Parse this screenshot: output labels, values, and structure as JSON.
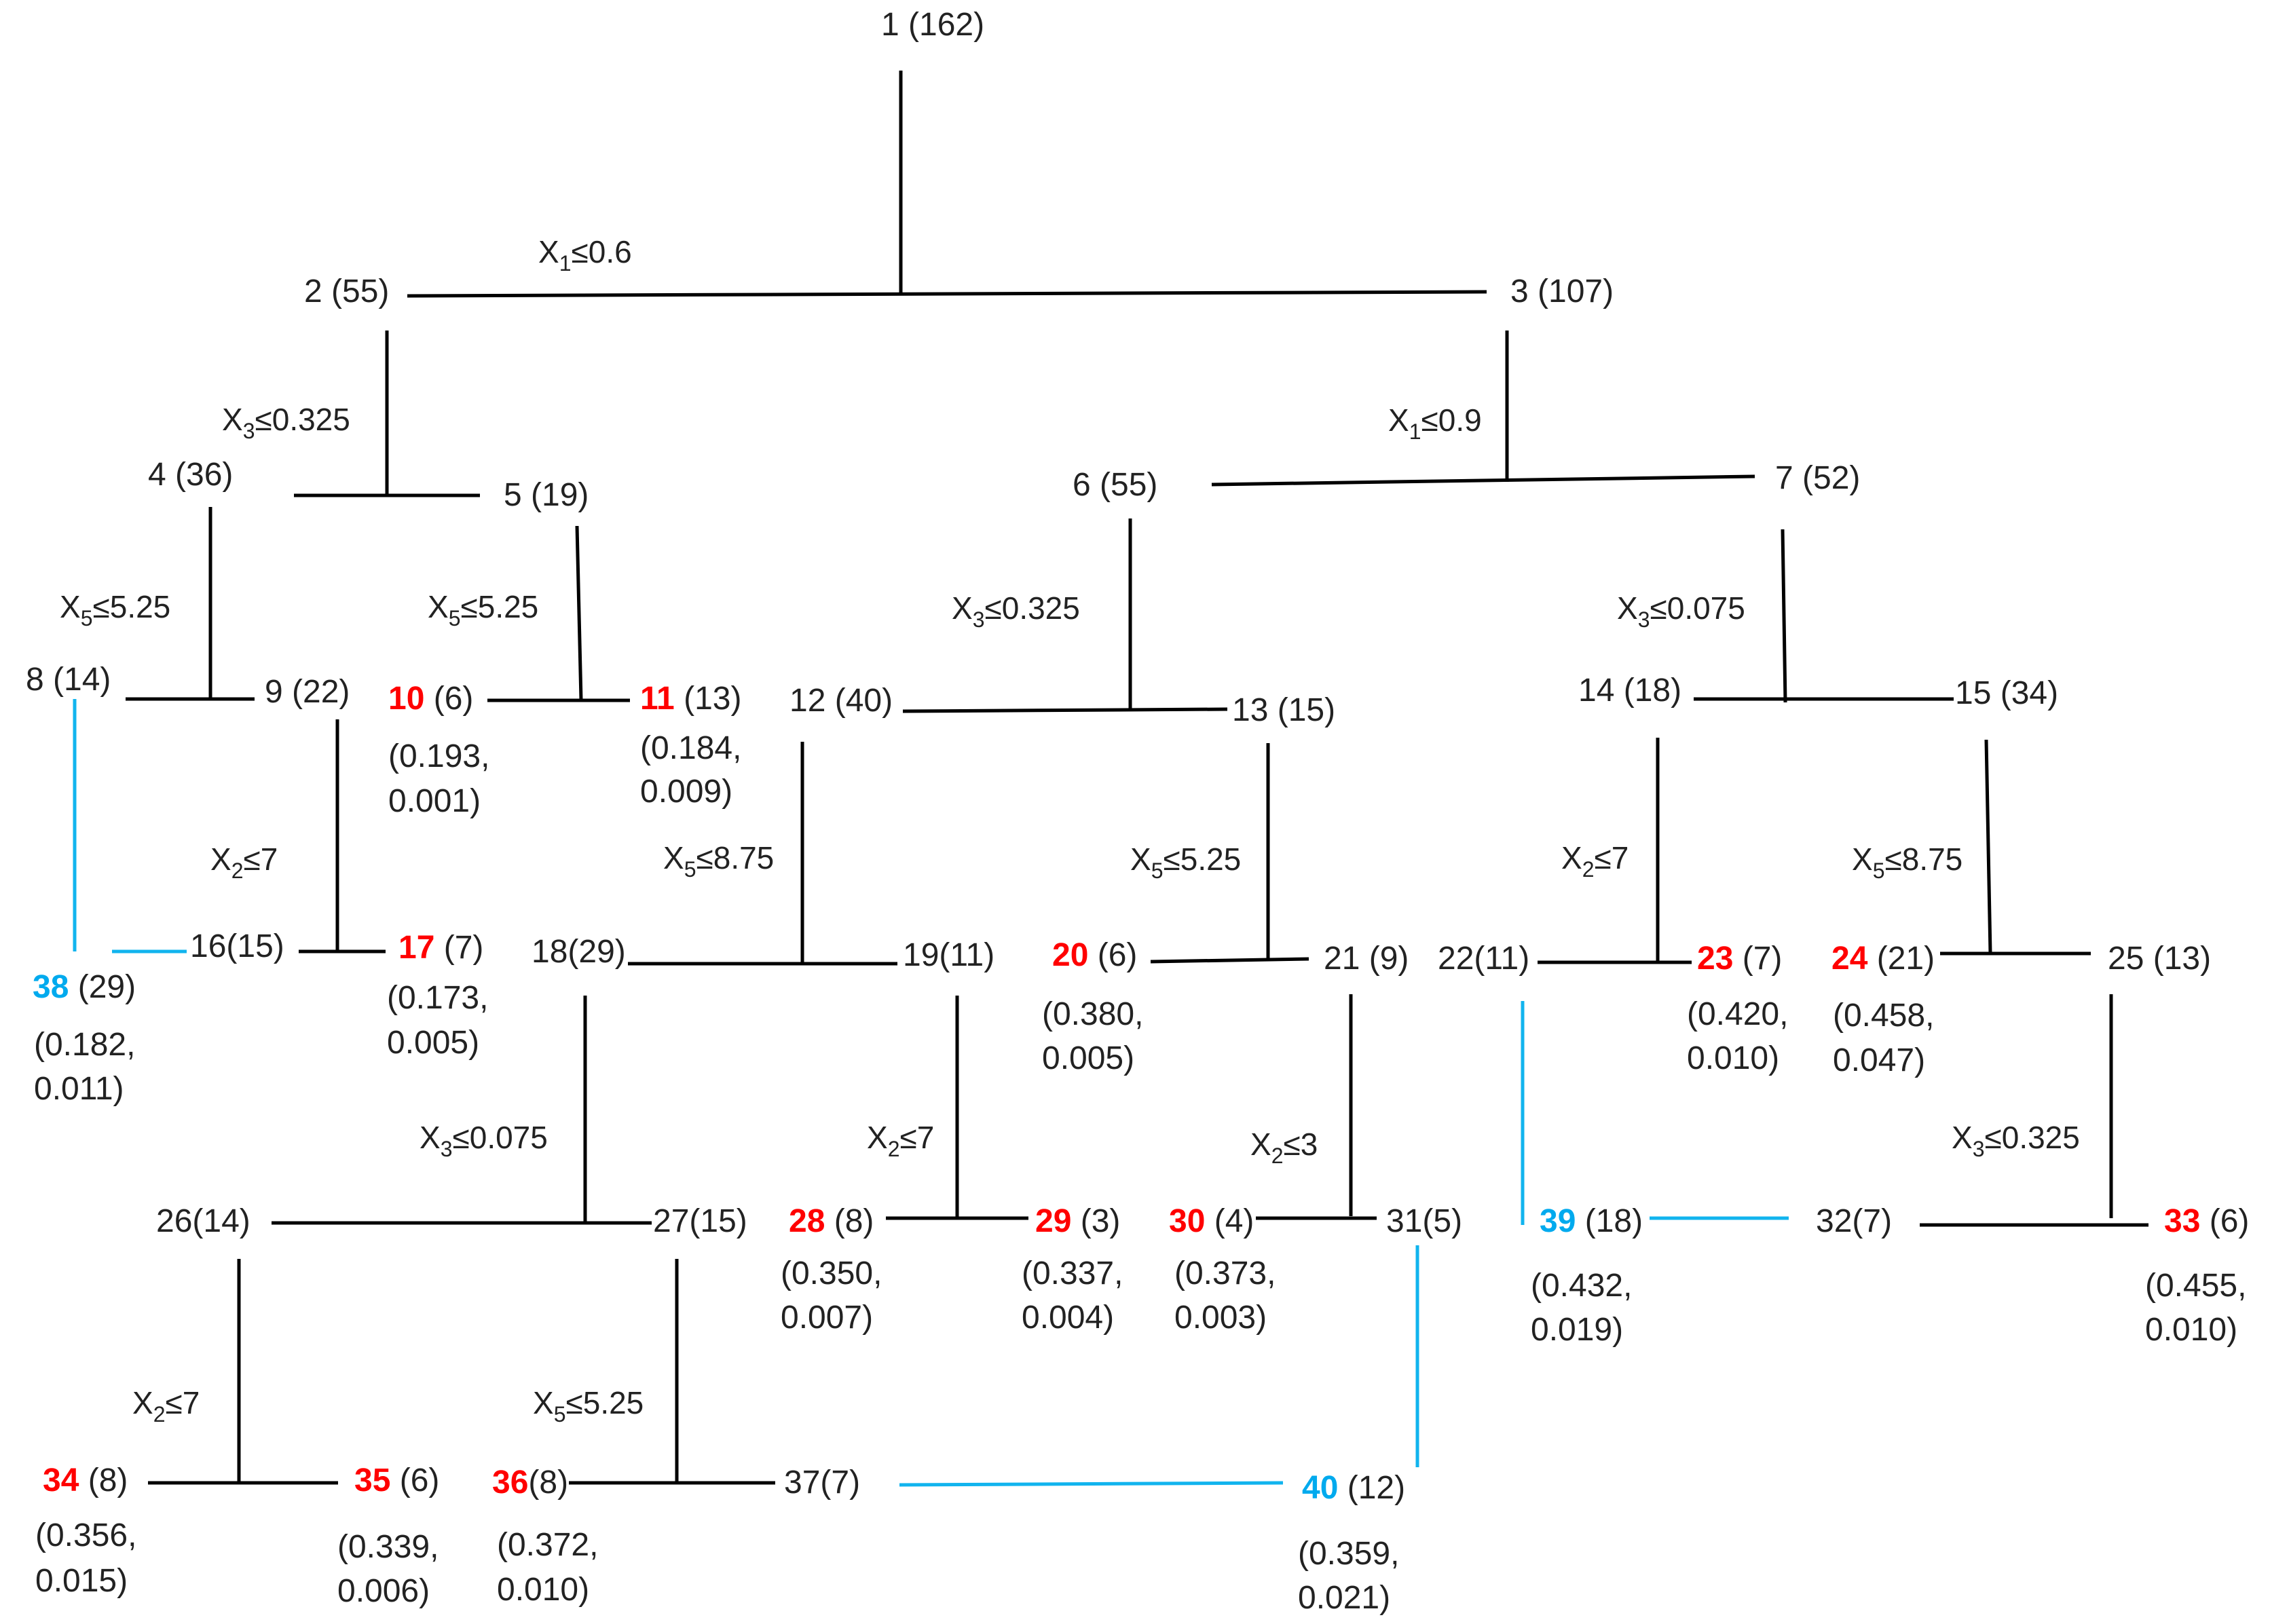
{
  "colors": {
    "text": "#222222",
    "line": "#000000",
    "terminal": "#ff0000",
    "merged": "#00aaee",
    "link": "#11b4ee"
  },
  "nodes": {
    "n1": {
      "num": "1",
      "count": " (162)"
    },
    "n2": {
      "num": "2",
      "count": " (55)"
    },
    "n3": {
      "num": "3",
      "count": " (107)"
    },
    "n4": {
      "num": "4",
      "count": " (36)"
    },
    "n5": {
      "num": "5",
      "count": " (19)"
    },
    "n6": {
      "num": "6",
      "count": " (55)"
    },
    "n7": {
      "num": "7",
      "count": " (52)"
    },
    "n8": {
      "num": "8",
      "count": " (14)"
    },
    "n9": {
      "num": "9",
      "count": " (22)"
    },
    "n10": {
      "num": "10",
      "count": " (6)",
      "stat1": "(0.193,",
      "stat2": "0.001)"
    },
    "n11": {
      "num": "11",
      "count": " (13)",
      "stat1": "(0.184,",
      "stat2": "0.009)"
    },
    "n12": {
      "num": "12",
      "count": " (40)"
    },
    "n13": {
      "num": "13",
      "count": " (15)"
    },
    "n14": {
      "num": "14",
      "count": " (18)"
    },
    "n15": {
      "num": "15",
      "count": " (34)"
    },
    "n16": {
      "num": "16",
      "count": "(15)"
    },
    "n17": {
      "num": "17",
      "count": " (7)",
      "stat1": "(0.173,",
      "stat2": "0.005)"
    },
    "n18": {
      "num": "18",
      "count": "(29)"
    },
    "n19": {
      "num": "19",
      "count": "(11)"
    },
    "n20": {
      "num": "20",
      "count": " (6)",
      "stat1": "(0.380,",
      "stat2": "0.005)"
    },
    "n21": {
      "num": "21",
      "count": " (9)"
    },
    "n22": {
      "num": "22",
      "count": "(11)"
    },
    "n23": {
      "num": "23",
      "count": " (7)",
      "stat1": "(0.420,",
      "stat2": "0.010)"
    },
    "n24": {
      "num": "24",
      "count": " (21)",
      "stat1": "(0.458,",
      "stat2": "0.047)"
    },
    "n25": {
      "num": "25",
      "count": " (13)"
    },
    "n26": {
      "num": "26",
      "count": "(14)"
    },
    "n27": {
      "num": "27",
      "count": "(15)"
    },
    "n28": {
      "num": "28",
      "count": " (8)",
      "stat1": "(0.350,",
      "stat2": "0.007)"
    },
    "n29": {
      "num": "29",
      "count": " (3)",
      "stat1": "(0.337,",
      "stat2": "0.004)"
    },
    "n30": {
      "num": "30",
      "count": " (4)",
      "stat1": "(0.373,",
      "stat2": "0.003)"
    },
    "n31": {
      "num": "31",
      "count": "(5)"
    },
    "n32": {
      "num": "32",
      "count": "(7)"
    },
    "n33": {
      "num": "33",
      "count": " (6)",
      "stat1": "(0.455,",
      "stat2": "0.010)"
    },
    "n34": {
      "num": "34",
      "count": " (8)",
      "stat1": "(0.356,",
      "stat2": "0.015)"
    },
    "n35": {
      "num": "35",
      "count": " (6)",
      "stat1": "(0.339,",
      "stat2": "0.006)"
    },
    "n36": {
      "num": "36",
      "count": "(8)",
      "stat1": "(0.372,",
      "stat2": "0.010)"
    },
    "n37": {
      "num": "37",
      "count": "(7)"
    },
    "n38": {
      "num": "38",
      "count": " (29)",
      "stat1": "(0.182,",
      "stat2": "0.011)"
    },
    "n39": {
      "num": "39",
      "count": " (18)",
      "stat1": "(0.432,",
      "stat2": "0.019)"
    },
    "n40": {
      "num": "40",
      "count": " (12)",
      "stat1": "(0.359,",
      "stat2": "0.021)"
    }
  },
  "splits": {
    "s1": {
      "base": "X",
      "sub": "1",
      "rest": "≤0.6"
    },
    "s2": {
      "base": "X",
      "sub": "3",
      "rest": "≤0.325"
    },
    "s3": {
      "base": "X",
      "sub": "1",
      "rest": "≤0.9"
    },
    "s4": {
      "base": "X",
      "sub": "5",
      "rest": "≤5.25"
    },
    "s5": {
      "base": "X",
      "sub": "5",
      "rest": "≤5.25"
    },
    "s6": {
      "base": "X",
      "sub": "3",
      "rest": "≤0.325"
    },
    "s7": {
      "base": "X",
      "sub": "3",
      "rest": "≤0.075"
    },
    "s9": {
      "base": "X",
      "sub": "2",
      "rest": "≤7"
    },
    "s12": {
      "base": "X",
      "sub": "5",
      "rest": "≤8.75"
    },
    "s13": {
      "base": "X",
      "sub": "5",
      "rest": "≤5.25"
    },
    "s14": {
      "base": "X",
      "sub": "2",
      "rest": "≤7"
    },
    "s15": {
      "base": "X",
      "sub": "5",
      "rest": "≤8.75"
    },
    "s18": {
      "base": "X",
      "sub": "3",
      "rest": "≤0.075"
    },
    "s19": {
      "base": "X",
      "sub": "2",
      "rest": "≤7"
    },
    "s21": {
      "base": "X",
      "sub": "2",
      "rest": "≤3"
    },
    "s25": {
      "base": "X",
      "sub": "3",
      "rest": "≤0.325"
    },
    "s26": {
      "base": "X",
      "sub": "2",
      "rest": "≤7"
    },
    "s27": {
      "base": "X",
      "sub": "5",
      "rest": "≤5.25"
    }
  }
}
